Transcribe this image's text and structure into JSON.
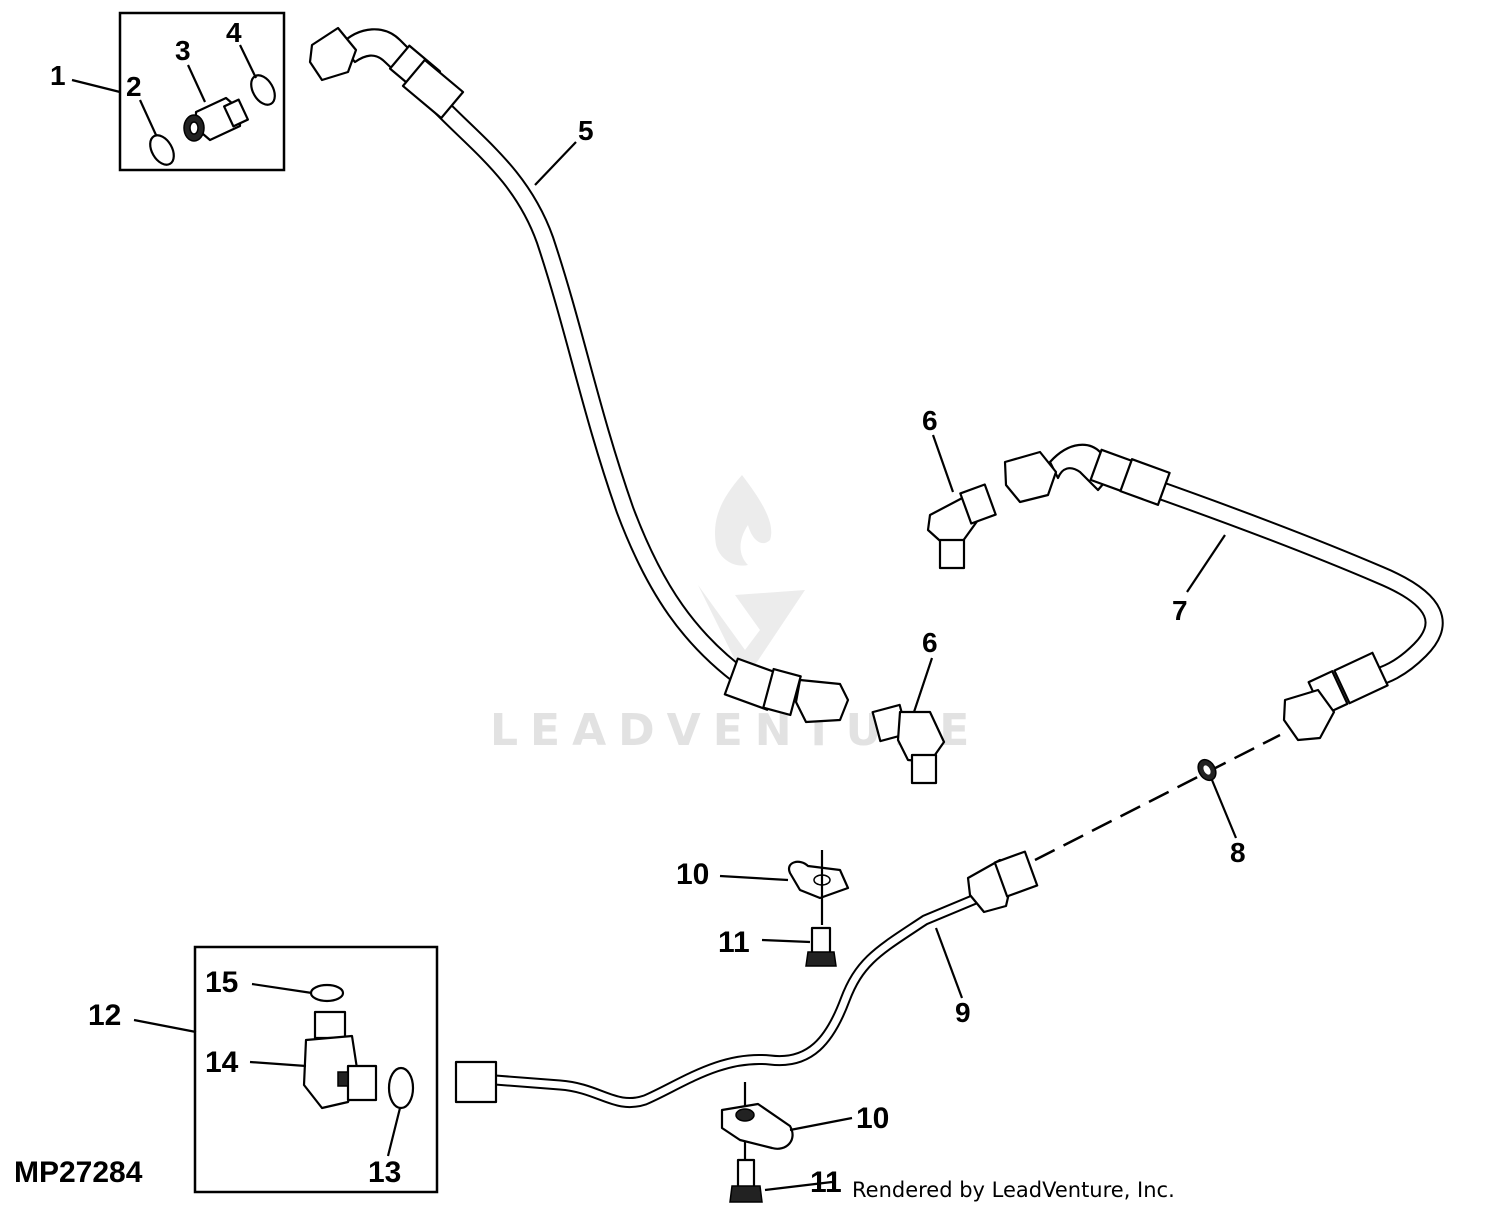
{
  "figure": {
    "id": "MP27284",
    "credit": "Rendered by LeadVenture, Inc.",
    "watermark": "LEADVENTURE"
  },
  "callouts": [
    {
      "key": "c1",
      "text": "1"
    },
    {
      "key": "c2",
      "text": "2"
    },
    {
      "key": "c3",
      "text": "3"
    },
    {
      "key": "c4",
      "text": "4"
    },
    {
      "key": "c5",
      "text": "5"
    },
    {
      "key": "c6a",
      "text": "6"
    },
    {
      "key": "c6b",
      "text": "6"
    },
    {
      "key": "c7",
      "text": "7"
    },
    {
      "key": "c8",
      "text": "8"
    },
    {
      "key": "c9",
      "text": "9"
    },
    {
      "key": "c10a",
      "text": "10"
    },
    {
      "key": "c10b",
      "text": "10"
    },
    {
      "key": "c11a",
      "text": "11"
    },
    {
      "key": "c11b",
      "text": "11"
    },
    {
      "key": "c12",
      "text": "12"
    },
    {
      "key": "c13",
      "text": "13"
    },
    {
      "key": "c14",
      "text": "14"
    },
    {
      "key": "c15",
      "text": "15"
    }
  ]
}
